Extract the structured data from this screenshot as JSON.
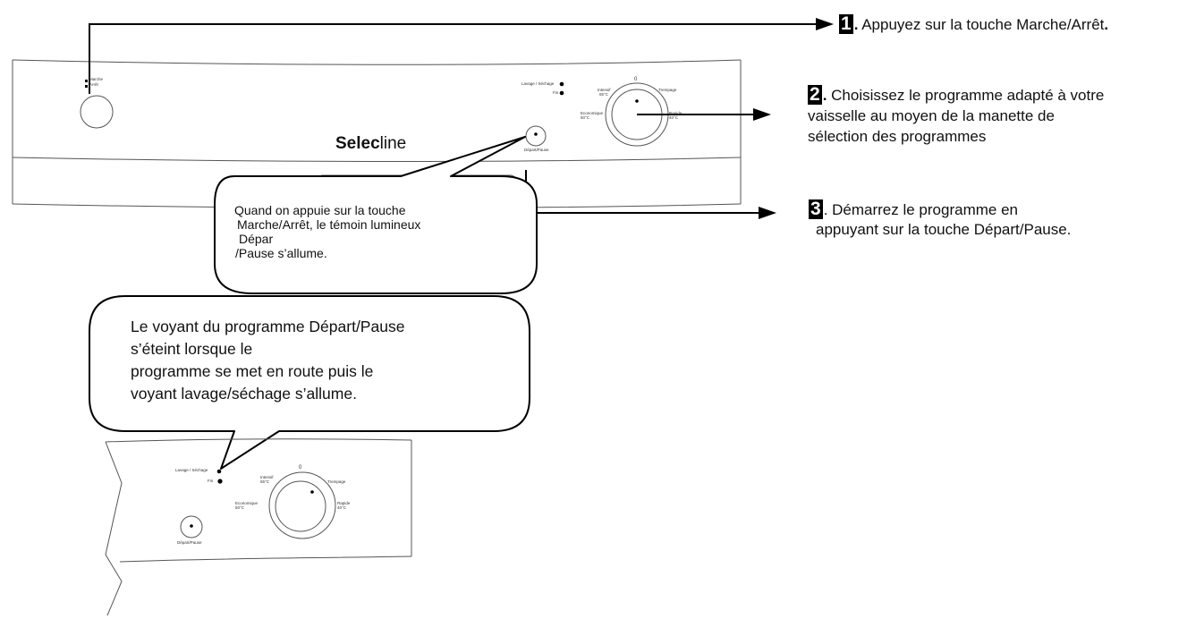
{
  "steps": [
    {
      "num": "1",
      "text": " Appuyez sur la touche Marche/Arrêt",
      "end": "."
    },
    {
      "num": "2",
      "line1": " Choisissez le programme adapté à votre",
      "line2": "vaisselle au moyen de la manette de",
      "line3": "sélection des programmes"
    },
    {
      "num": "3",
      "line1": ". Démarrez le programme en",
      "line2": "appuyant sur la touche Départ/Pause."
    }
  ],
  "callouts": {
    "upper": {
      "line1": "Quand on appuie sur  la touche",
      "line2": "Marche/Arrêt, le témoin lumineux",
      "line3": "Dépar",
      "line4": "/Pause s’allume."
    },
    "lower": {
      "line1": "Le voyant du programme Départ/Pause",
      "line2": "s’éteint lorsque le",
      "line3": "programme se met en route puis le",
      "line4": "voyant lavage/séchage s’allume."
    }
  },
  "panel": {
    "brand_bold": "Selec",
    "brand_light": "line",
    "marche": "Marche",
    "arret": "Arrêt",
    "lavage_sechage": "Lavage / Séchage",
    "fin": "Fin",
    "dial_top": "0",
    "intensif": "Intensif",
    "intensif_temp": "65°C",
    "trempage": "Trempage",
    "economique": "Economique",
    "economique_temp": "50°C",
    "rapide": "Rapide",
    "rapide_temp": "40°C",
    "depart_pause": "Départ/Pause"
  },
  "colors": {
    "ink": "#000000",
    "panel_line": "#555555",
    "background": "#ffffff"
  }
}
